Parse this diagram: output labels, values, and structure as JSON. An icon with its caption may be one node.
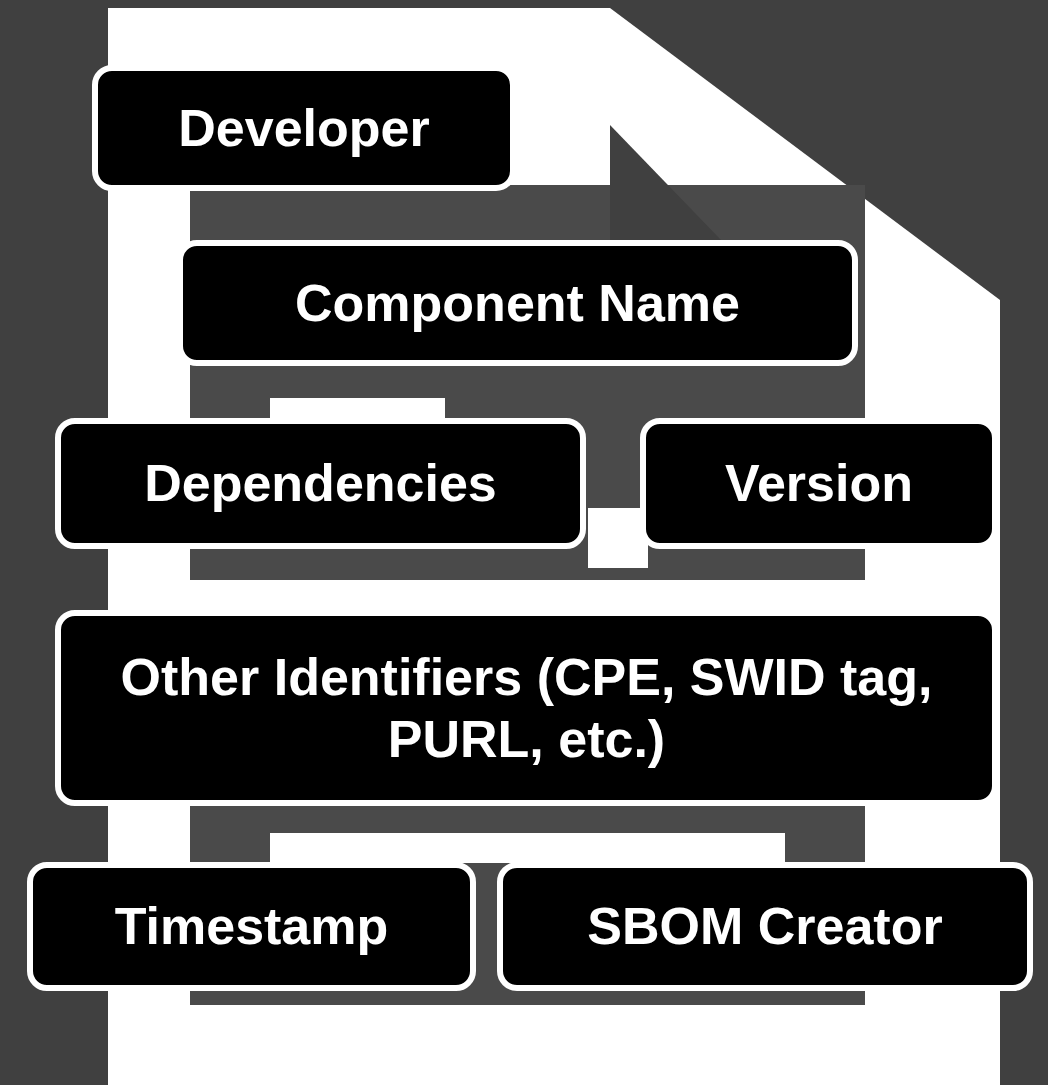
{
  "diagram": {
    "nodes": [
      {
        "text": [
          "Developer"
        ]
      },
      {
        "text": [
          "Component Name"
        ]
      },
      {
        "text": [
          "Dependencies"
        ]
      },
      {
        "text": [
          "Version"
        ]
      },
      {
        "text": [
          "Other Identifiers (CPE, SWID tag, PURL, etc.)"
        ]
      },
      {
        "text": [
          "Timestamp"
        ]
      },
      {
        "text": [
          "SBOM Creator"
        ]
      }
    ]
  }
}
